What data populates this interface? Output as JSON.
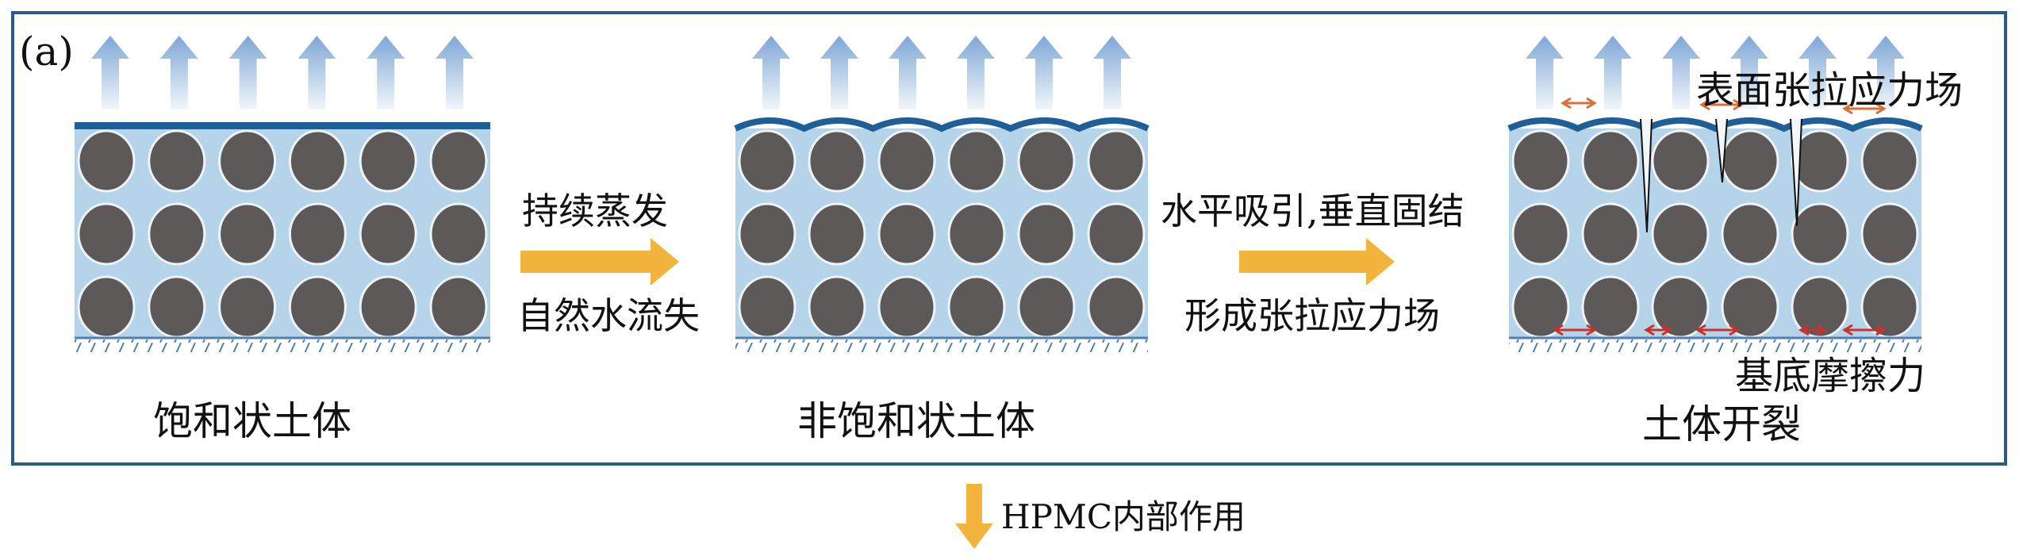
{
  "panel_label": "(a)",
  "stages": [
    {
      "label": "饱和状土体"
    },
    {
      "label": "非饱和状土体"
    },
    {
      "label": "土体开裂"
    }
  ],
  "transitions": [
    {
      "top": "持续蒸发",
      "bottom": "自然水流失"
    },
    {
      "top": "水平吸引,垂直固结",
      "bottom": "形成张拉应力场"
    }
  ],
  "annotations": {
    "surface_tension": "表面张拉应力场",
    "base_friction": "基底摩擦力"
  },
  "next_step": "HPMC内部作用",
  "colors": {
    "frame": "#2c5a87",
    "water": "#b5d4ea",
    "particle": "#5d5959",
    "surface": "#1f5f98",
    "vapor": "#7ea7d6",
    "process_arrow": "#f3b43e",
    "friction_arrow": "#c8322c",
    "tension_arrow": "#d9703a"
  }
}
